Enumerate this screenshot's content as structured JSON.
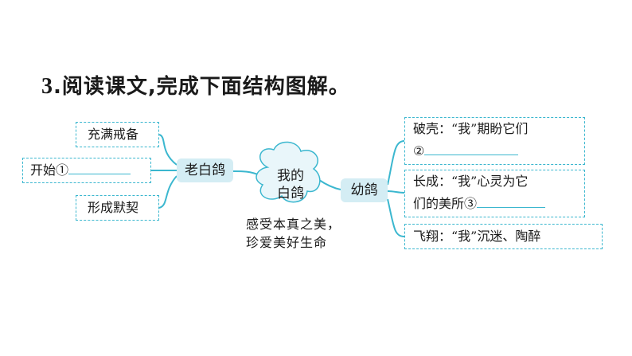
{
  "question": {
    "number": "3",
    "text": ".阅读课文,完成下面结构图解。"
  },
  "center": {
    "line1": "我的",
    "line2": "白鸽"
  },
  "theme": {
    "line1": "感受本真之美，",
    "line2": "珍爱美好生命"
  },
  "left_branch": {
    "label": "老白鸽",
    "items": [
      {
        "text": "充满戒备"
      },
      {
        "text": "开始",
        "circle": "①"
      },
      {
        "text": "形成默契"
      }
    ]
  },
  "right_branch": {
    "label": "幼鸽",
    "items": [
      {
        "line1": "破壳：“我”期盼它们",
        "circle": "②"
      },
      {
        "line1": "长成：“我”心灵为它",
        "line2_prefix": "们的美所",
        "circle": "③"
      },
      {
        "text": "飞翔：“我”沉迷、陶醉"
      }
    ]
  },
  "colors": {
    "accent": "#3bb7cf",
    "node_fill": "#d4edf4",
    "center_fill": "#e9f6fa"
  }
}
